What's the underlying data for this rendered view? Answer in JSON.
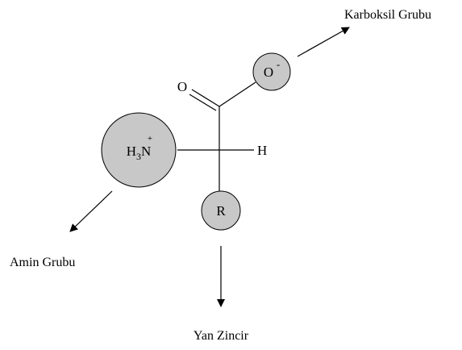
{
  "labels": {
    "carboxyl_group": "Karboksil Grubu",
    "amine_group": "Amin Grubu",
    "side_chain": "Yan Zincir"
  },
  "atoms": {
    "carbonyl_oxygen": "O",
    "oxide_oxygen": "O",
    "oxide_charge": "-",
    "amine_h": "H",
    "amine_h_count": "3",
    "amine_n": "N",
    "amine_charge": "+",
    "hydrogen": "H",
    "r_group": "R"
  },
  "colors": {
    "circle_fill": "#c8c8c8",
    "stroke": "#000000",
    "text": "#000000"
  }
}
